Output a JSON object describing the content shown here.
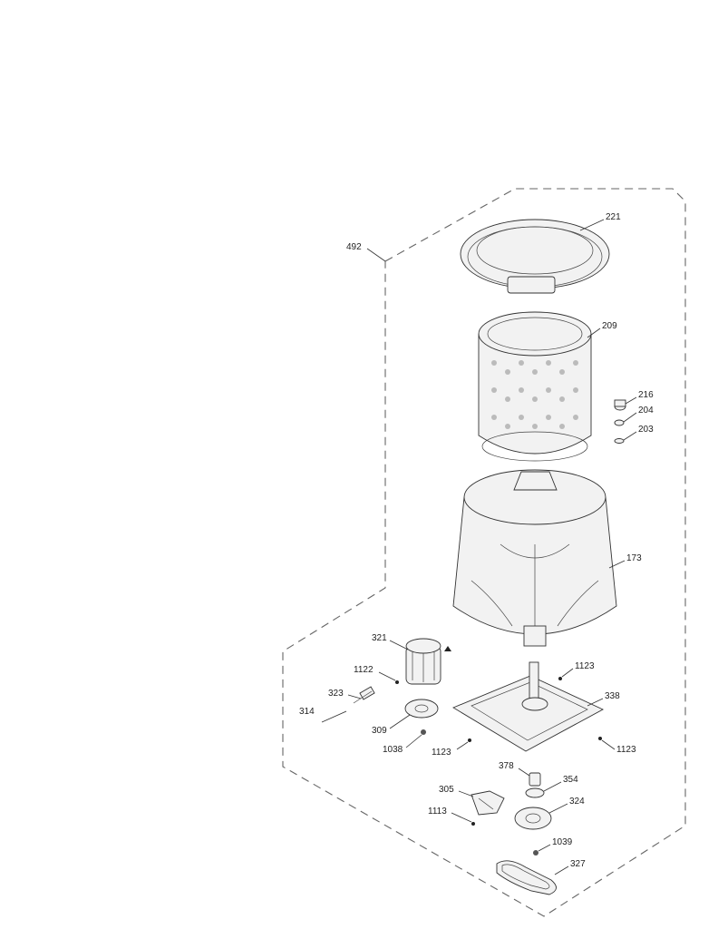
{
  "diagram": {
    "group_label": "492",
    "labels": {
      "p221": "221",
      "p209": "209",
      "p216": "216",
      "p204": "204",
      "p203": "203",
      "p173": "173",
      "p321": "321",
      "p1122": "1122",
      "p1123a": "1123",
      "p323": "323",
      "p338": "338",
      "p314": "314",
      "p309": "309",
      "p1038": "1038",
      "p1123b": "1123",
      "p1123c": "1123",
      "p378": "378",
      "p354": "354",
      "p305": "305",
      "p324": "324",
      "p1113": "1113",
      "p1039": "1039",
      "p327": "327"
    }
  }
}
